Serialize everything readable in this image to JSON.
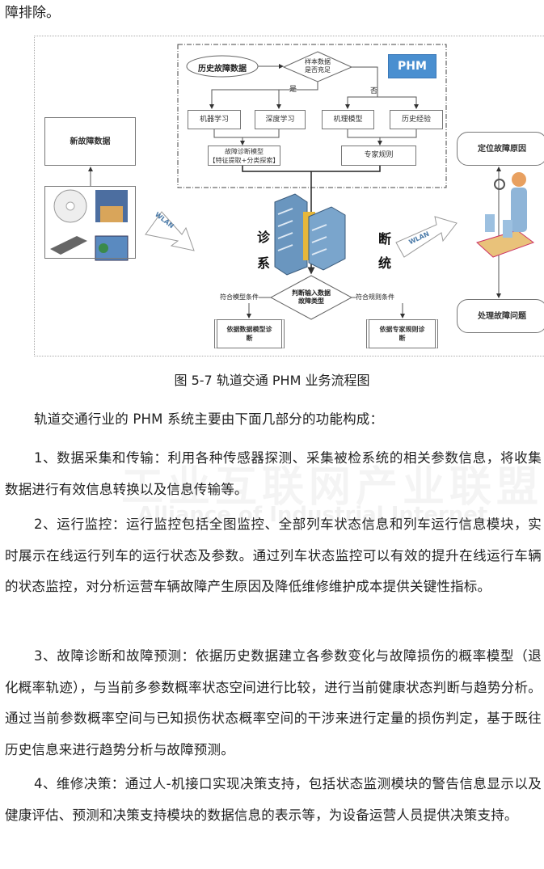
{
  "top_line": "障排除。",
  "figure": {
    "decision_top": "样本数据\n是否充足",
    "history_data": "历史故障数据",
    "phm": "PHM",
    "yes": "是",
    "no": "否",
    "ml": "机器学习",
    "dl": "深度学习",
    "mech": "机理模型",
    "exp": "历史经验",
    "diag_model": "故障诊断模型\n【特征提取+分类探索】",
    "expert_rules": "专家规则",
    "new_data": "新故障数据",
    "wlan": "WLAN",
    "sys_chars": [
      "诊",
      "断",
      "系",
      "统"
    ],
    "decision_bottom": "判断输入数据\n故障类型",
    "model_cond": "符合模型条件",
    "rule_cond": "符合规则条件",
    "model_diag": "依据数据模型诊断",
    "rule_diag": "依据专家规则诊断",
    "locate": "定位故障原因",
    "handle": "处理故障问题",
    "caption": "图 5-7  轨道交通 PHM 业务流程图"
  },
  "watermark": {
    "cn": "工业互联网产业联盟",
    "en": "Alliance of Industrial Internet"
  },
  "paragraphs": [
    "轨道交通行业的 PHM 系统主要由下面几部分的功能构成：",
    "1、数据采集和传输：利用各种传感器探测、采集被检系统的相关参数信息，将收集数据进行有效信息转换以及信息传输等。",
    "2、运行监控：运行监控包括全图监控、全部列车状态信息和列车运行信息模块，实时展示在线运行列车的运行状态及参数。通过列车状态监控可以有效的提升在线运行车辆的状态监控，对分析运营车辆故障产生原因及降低维修维护成本提供关键性指标。",
    "3、故障诊断和故障预测：依据历史数据建立各参数变化与故障损伤的概率模型（退化概率轨迹），与当前多参数概率状态空间进行比较，进行当前健康状态判断与趋势分析。通过当前参数概率空间与已知损伤状态概率空间的干涉来进行定量的损伤判定，基于既往历史信息来进行趋势分析与故障预测。",
    "4、维修决策：通过人-机接口实现决策支持，包括状态监测模块的警告信息显示以及健康评估、预测和决策支持模块的数据信息的表示等，为设备运营人员提供决策支持。"
  ]
}
